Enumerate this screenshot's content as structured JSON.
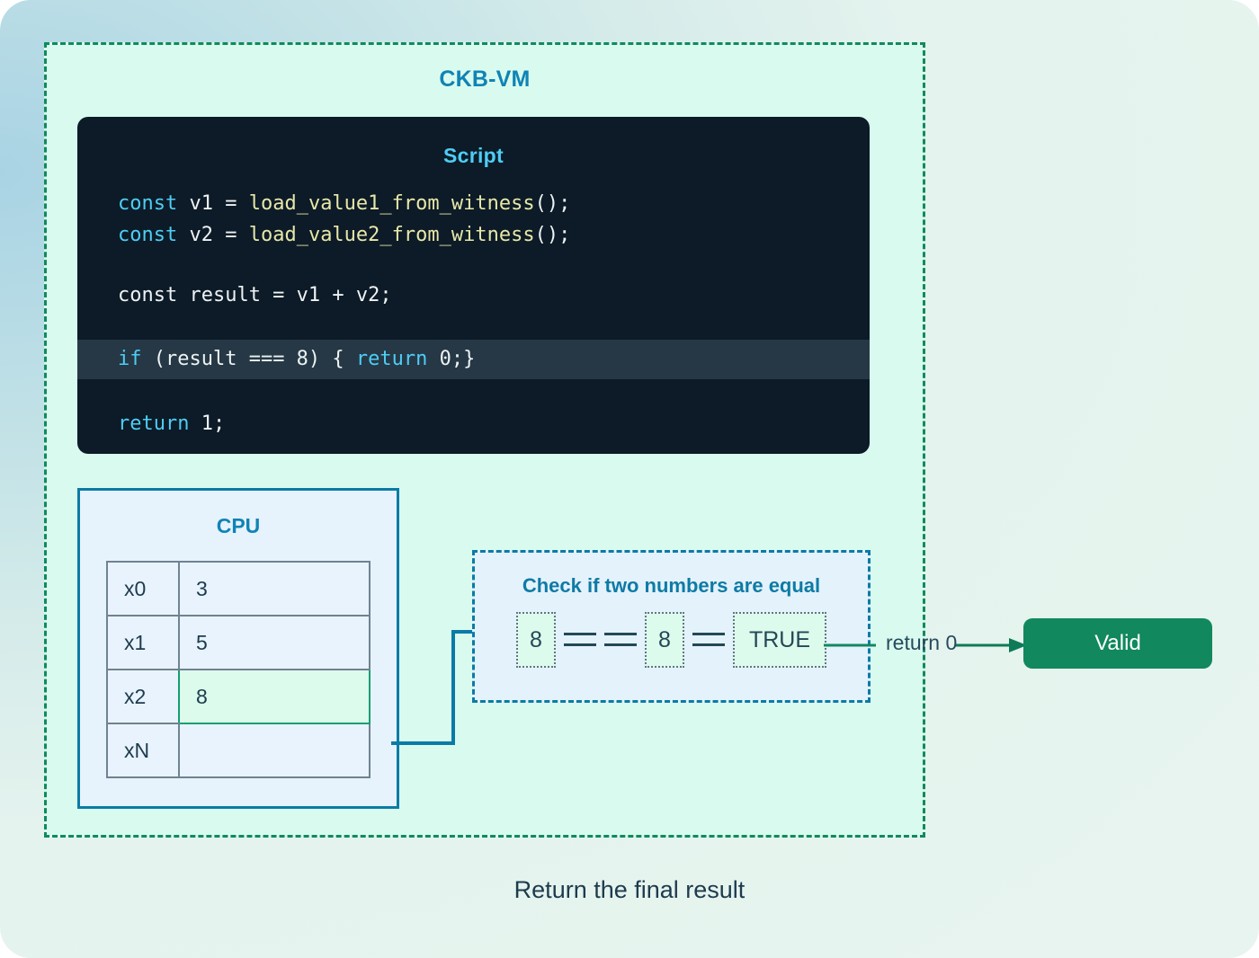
{
  "diagram": {
    "vm": {
      "title": "CKB-VM"
    },
    "script": {
      "title": "Script",
      "lines": [
        {
          "kw": "const",
          "plain": " v1 = ",
          "fn": "load_value1_from_witness",
          "tail": "();"
        },
        {
          "kw": "const",
          "plain": " v2 = ",
          "fn": "load_value2_from_witness",
          "tail": "();"
        }
      ],
      "line_result": "const result = v1 + v2;",
      "line_if_kw": "if",
      "line_if_mid": " (result === 8) { ",
      "line_if_kw2": "return",
      "line_if_tail": " 0;}",
      "line_return_kw": "return",
      "line_return_tail": " 1;"
    },
    "cpu": {
      "title": "CPU",
      "registers": [
        {
          "name": "x0",
          "value": "3",
          "active": false
        },
        {
          "name": "x1",
          "value": "5",
          "active": false
        },
        {
          "name": "x2",
          "value": "8",
          "active": true
        },
        {
          "name": "xN",
          "value": "",
          "active": false
        }
      ]
    },
    "check": {
      "title": "Check if two numbers are equal",
      "left_value": "8",
      "right_value": "8",
      "result_value": "TRUE"
    },
    "output": {
      "return_label": "return 0",
      "valid_label": "Valid"
    },
    "caption": "Return the final result"
  },
  "colors": {
    "accent_blue": "#1083b5",
    "accent_cyan": "#4ecdf5",
    "green": "#11885e",
    "dashed_green": "#108a5d",
    "code_bg": "#0c1b27",
    "highlight_bg": "#263846",
    "mint_bg": "#d9fbef"
  }
}
